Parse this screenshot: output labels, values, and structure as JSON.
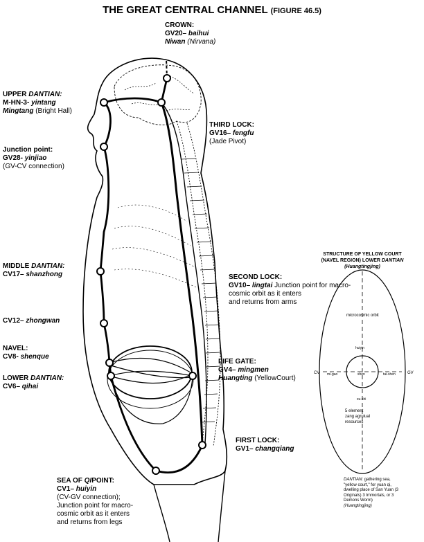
{
  "title": {
    "main": "THE GREAT CENTRAL CHANNEL",
    "fig": "(FIGURE 46.5)"
  },
  "labels": {
    "crown": {
      "head": "CROWN:",
      "code": "GV20–",
      "name": "baihui",
      "alt": "Niwan",
      "alt_en": "(Nirvana)"
    },
    "upper": {
      "head": "UPPER",
      "head_it": "DANTIAN:",
      "code": "M-HN-3-",
      "name": "yintang",
      "alt": "Mingtang",
      "alt_en": "(Bright Hall)"
    },
    "junction": {
      "head": "Junction point:",
      "code": "GV28-",
      "name": "yinjiao",
      "note": "(GV-CV connection)"
    },
    "third": {
      "head": "THIRD LOCK:",
      "code": "GV16–",
      "name": "fengfu",
      "note": "(Jade Pivot)"
    },
    "middle": {
      "head": "MIDDLE",
      "head_it": "DANTIAN:",
      "code": "CV17–",
      "name": "shanzhong"
    },
    "cv12": {
      "code": "CV12–",
      "name": "zhongwan"
    },
    "second": {
      "head": "SECOND LOCK:",
      "code": "GV10–",
      "name": "lingtai",
      "l1": "Junction point for macro-",
      "l2": "cosmic orbit as it enters",
      "l3": "and returns from arms"
    },
    "navel": {
      "head": "NAVEL:",
      "code": "CV8-",
      "name": "shenque"
    },
    "lifegate": {
      "head": "LIFE GATE:",
      "code": "GV4–",
      "name": "mingmen",
      "alt": "Huangting",
      "alt_en": "(YellowCourt)"
    },
    "lower": {
      "head": "LOWER",
      "head_it": "DANTIAN:",
      "code": "CV6–",
      "name": "qihai"
    },
    "first": {
      "head": "FIRST LOCK:",
      "code": "GV1–",
      "name": "changqiang"
    },
    "sea": {
      "head": "SEA OF",
      "head_it": "QI",
      "head2": "POINT:",
      "code": "CV1–",
      "name": "huiyin",
      "l1": "(CV-GV connection);",
      "l2": "Junction point for macro-",
      "l3": "cosmic orbit as it enters",
      "l4": "and returns from legs"
    }
  },
  "yellow_court": {
    "t1": "STRUCTURE OF YELLOW COURT",
    "t2": "(NAVEL REGION) LOWER",
    "t2_it": "DANTIAN",
    "t3": "(Huangtingjing)",
    "microcosmic": "microcosmic orbit",
    "cv_left": "CV",
    "cv_right": "GV",
    "ren": "huiyin",
    "center": "shen",
    "left_in": "mi-gao",
    "right_in": "tai-shen",
    "below": "xu-shi",
    "elements": "5 element",
    "zang1": "zang agrulual",
    "zang2": "resources",
    "note_head": "DANTIAN:",
    "note1": "gathering sea,",
    "note2": "\"yellow court,\" for yuan qi,",
    "note3": "dwelling place of San Yuan (3",
    "note4": "Originals) 3 Immortals, or 3",
    "note5": "Demons Worm)",
    "note6": "(Huangtingjing)"
  }
}
